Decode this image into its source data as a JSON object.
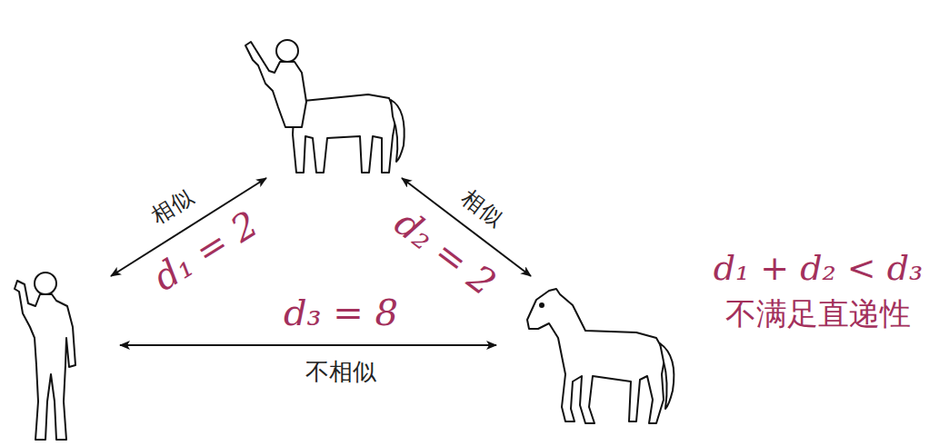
{
  "diagram": {
    "labels": [
      "相似",
      "d₁ = 2",
      "相似",
      "d₂ = 2",
      "d₃ = 8",
      "不相似",
      "d₁ + d₂ < d₃",
      "不满足直递性"
    ]
  }
}
